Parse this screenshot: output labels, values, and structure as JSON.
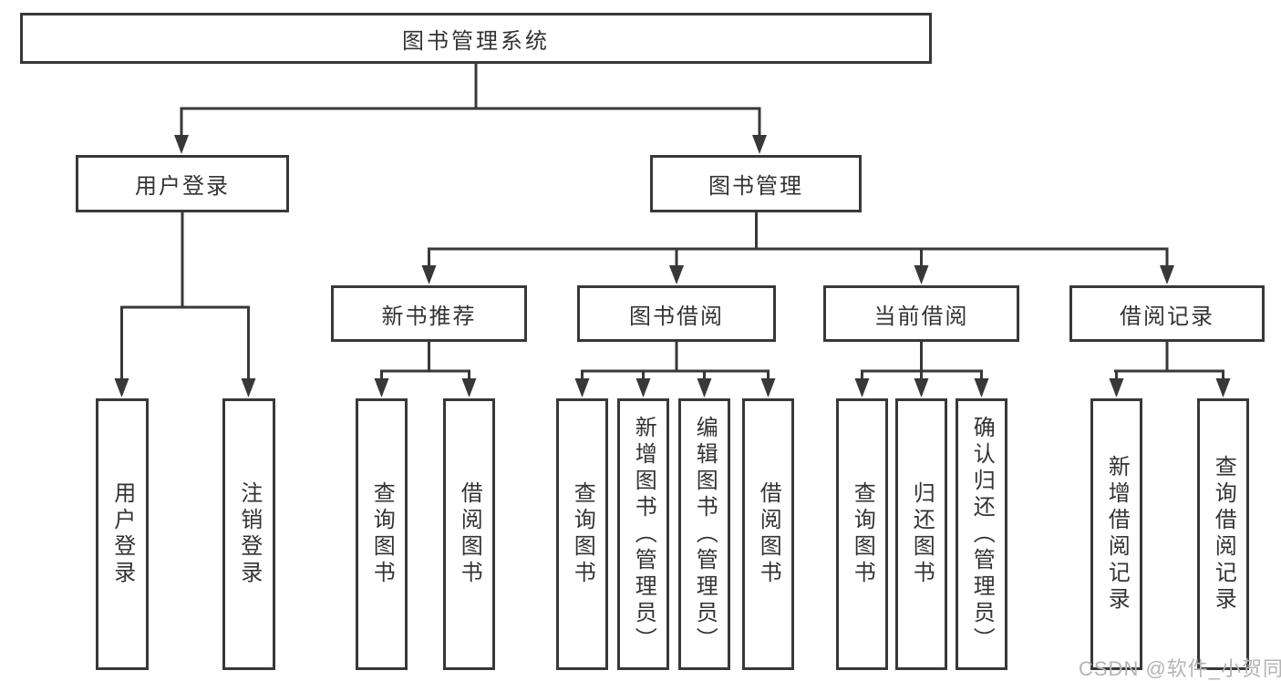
{
  "tree": {
    "label": "图书管理系统",
    "children": [
      {
        "label": "用户登录",
        "children": [
          {
            "label": "用户登录"
          },
          {
            "label": "注销登录"
          }
        ]
      },
      {
        "label": "图书管理",
        "children": [
          {
            "label": "新书推荐",
            "children": [
              {
                "label": "查询图书"
              },
              {
                "label": "借阅图书"
              }
            ]
          },
          {
            "label": "图书借阅",
            "children": [
              {
                "label": "查询图书"
              },
              {
                "label": "新增图书（管理员）"
              },
              {
                "label": "编辑图书（管理员）"
              },
              {
                "label": "借阅图书"
              }
            ]
          },
          {
            "label": "当前借阅",
            "children": [
              {
                "label": "查询图书"
              },
              {
                "label": "归还图书"
              },
              {
                "label": "确认归还（管理员）"
              }
            ]
          },
          {
            "label": "借阅记录",
            "children": [
              {
                "label": "新增借阅记录"
              },
              {
                "label": "查询借阅记录"
              }
            ]
          }
        ]
      }
    ]
  },
  "watermark": {
    "text": "CSDN @软件_小贺同学"
  },
  "colors": {
    "line": "#383838",
    "box_border": "#383838",
    "text": "#333333",
    "watermark": "#b4b4b4",
    "background": "#ffffff"
  }
}
